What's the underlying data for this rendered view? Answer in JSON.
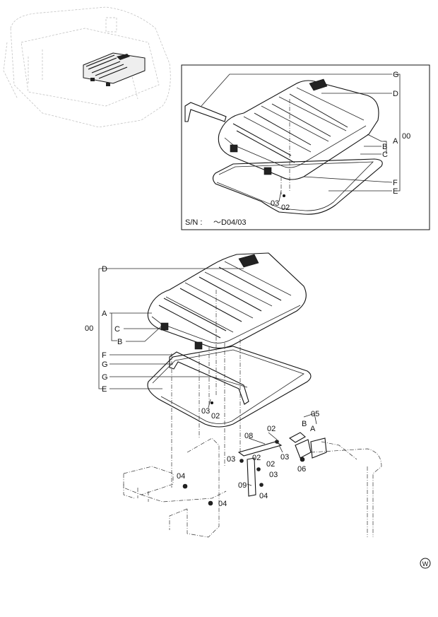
{
  "inset": {
    "serial_prefix": "S/N :",
    "serial_range": "～D04/03",
    "labels": {
      "G": "G",
      "D": "D",
      "A": "A",
      "B": "B",
      "C": "C",
      "F": "F",
      "E": "E",
      "assy": "00",
      "p03": "03",
      "p02": "02"
    }
  },
  "main": {
    "labels": {
      "D": "D",
      "A": "A",
      "assy": "00",
      "C": "C",
      "B": "B",
      "F": "F",
      "G1": "G",
      "G2": "G",
      "E": "E",
      "p03a": "03",
      "p02a": "02",
      "p05": "05",
      "Bh": "B",
      "Ah": "A",
      "p06": "06",
      "p08": "08",
      "p02b": "02",
      "p03b": "03",
      "p03c": "03",
      "p02c": "02",
      "p02d": "02",
      "p03d": "03",
      "p09": "09",
      "p04a": "04",
      "p04b": "04",
      "p04c": "04"
    }
  },
  "badge": {
    "text": "W"
  }
}
